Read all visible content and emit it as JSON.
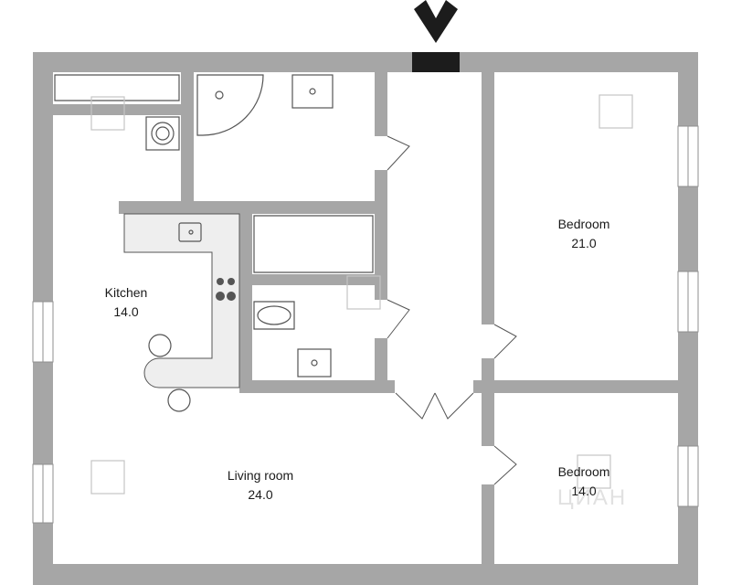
{
  "colors": {
    "wall": "#a6a6a6",
    "wall_edge": "#8f8f8f",
    "floor": "#ffffff",
    "counter": "#eeeeee",
    "fixture_stroke": "#555555",
    "entrance": "#1c1c1c",
    "watermark": "#c4c4c4"
  },
  "icons": {
    "entrance_marker": "chevron-down-icon",
    "watermark": "watermark-logo-icon"
  },
  "rooms": [
    {
      "id": "kitchen",
      "name": "Kitchen",
      "area": "14.0"
    },
    {
      "id": "living-room",
      "name": "Living room",
      "area": "24.0"
    },
    {
      "id": "bedroom-large",
      "name": "Bedroom",
      "area": "21.0"
    },
    {
      "id": "bedroom-small",
      "name": "Bedroom",
      "area": "14.0"
    }
  ],
  "watermark_text": "ЦИАН"
}
